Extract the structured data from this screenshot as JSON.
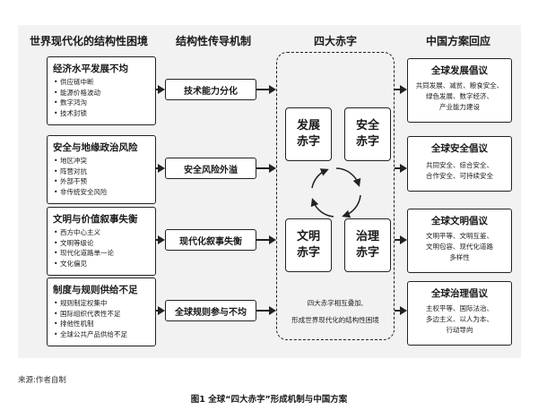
{
  "columns": {
    "left": "世界现代化的结构性困境",
    "mechanism": "结构性传导机制",
    "center": "四大赤字",
    "right": "中国方案回应"
  },
  "left_boxes": [
    {
      "title": "经济水平发展不均",
      "items": [
        "供应链中断",
        "能源价格波动",
        "数字鸿沟",
        "技术封锁"
      ]
    },
    {
      "title": "安全与地缘政治风险",
      "items": [
        "地区冲突",
        "阵营对抗",
        "外部干预",
        "非传统安全风险"
      ]
    },
    {
      "title": "文明与价值叙事失衡",
      "items": [
        "西方中心主义",
        "文明等级论",
        "现代化道路单一论",
        "文化偏见"
      ]
    },
    {
      "title": "制度与规则供给不足",
      "items": [
        "规则制定权集中",
        "国际组织代表性不足",
        "排他性机制",
        "全球公共产品供给不足"
      ]
    }
  ],
  "mechanisms": [
    "技术能力分化",
    "安全风险外溢",
    "现代化叙事失衡",
    "全球规则参与不均"
  ],
  "deficits": [
    {
      "line1": "发展",
      "line2": "赤字"
    },
    {
      "line1": "安全",
      "line2": "赤字"
    },
    {
      "line1": "文明",
      "line2": "赤字"
    },
    {
      "line1": "治理",
      "line2": "赤字"
    }
  ],
  "center_note": [
    "四大赤字相互叠加,",
    "形成世界现代化的结构性困境"
  ],
  "right_boxes": [
    {
      "title": "全球发展倡议",
      "lines": [
        "共同发展、减贫、粮食安全、",
        "绿色发展、数字经济、",
        "产业能力建设"
      ]
    },
    {
      "title": "全球安全倡议",
      "lines": [
        "共同安全、综合安全、",
        "合作安全、可持续安全"
      ]
    },
    {
      "title": "全球文明倡议",
      "lines": [
        "文明平等、文明互鉴、",
        "文明包容、现代化道路",
        "多样性"
      ]
    },
    {
      "title": "全球治理倡议",
      "lines": [
        "主权平等、国际法治、",
        "多边主义、以人为本、",
        "行动导向"
      ]
    }
  ],
  "source": "来源:作者自制",
  "caption": "图1 全球“四大赤字”形成机制与中国方案"
}
